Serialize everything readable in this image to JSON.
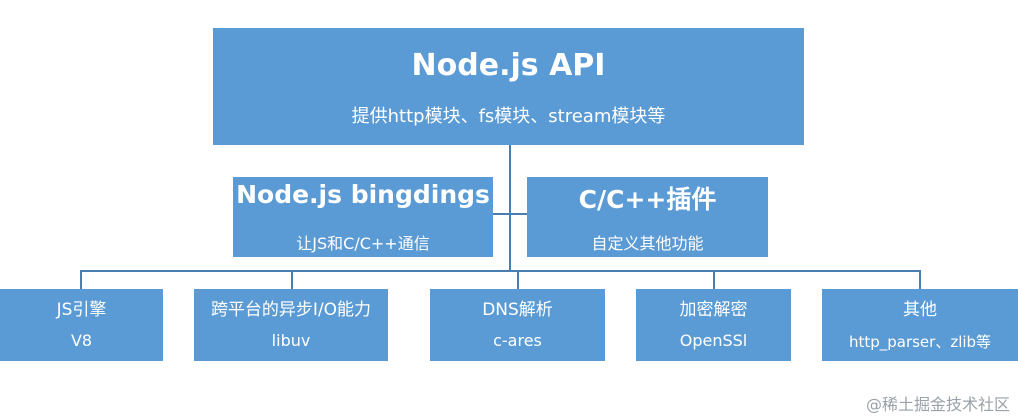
{
  "top": {
    "title": "Node.js API",
    "subtitle": "提供http模块、fs模块、stream模块等"
  },
  "middle": [
    {
      "title": "Node.js bingdings",
      "subtitle": "让JS和C/C++通信"
    },
    {
      "title": "C/C++插件",
      "subtitle": "自定义其他功能"
    }
  ],
  "bottom": [
    {
      "title": "JS引擎",
      "subtitle": "V8"
    },
    {
      "title": "跨平台的异步I/O能力",
      "subtitle": "libuv"
    },
    {
      "title": "DNS解析",
      "subtitle": "c-ares"
    },
    {
      "title": "加密解密",
      "subtitle": "OpenSSl"
    },
    {
      "title": "其他",
      "subtitle": "http_parser、zlib等"
    }
  ],
  "watermark": "@稀土掘金技术社区",
  "colors": {
    "box_fill": "#5b9bd5",
    "connector": "#4a7eb0",
    "text": "#ffffff"
  }
}
